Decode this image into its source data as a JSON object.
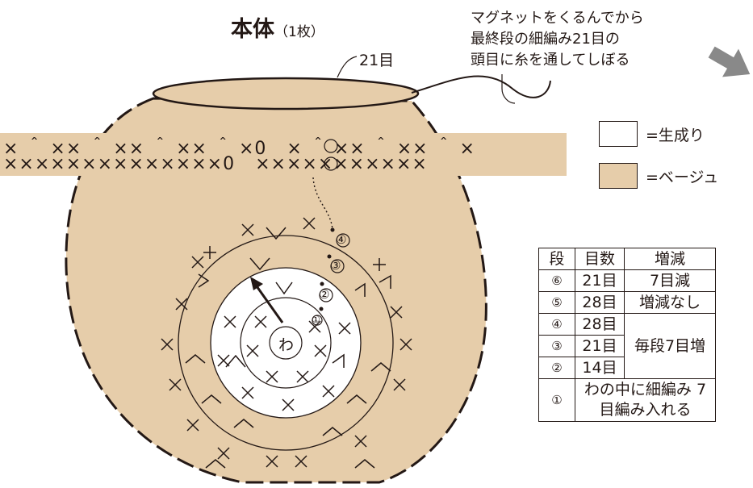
{
  "title": {
    "main": "本体",
    "sub": "（1枚）"
  },
  "note": {
    "lines": [
      "マグネットをくるんでから",
      "最終段の細編み21目の",
      "頭目に糸を通してしぼる"
    ]
  },
  "top_count_label": "21目",
  "center_label": "わ",
  "legend": [
    {
      "label": "=生成り",
      "color": "#ffffff"
    },
    {
      "label": "=ベージュ",
      "color": "#e6cdaa"
    }
  ],
  "band": {
    "row6": "× ＾ ×× ＾ ×× ＾ ×× ＾ ×0",
    "row6_after": "× ＾ ×× ＾ ×× ＾ ×",
    "row5": "××××××××××××××0",
    "row5_after": "×××××××××××"
  },
  "round_markers": [
    "①",
    "②",
    "③",
    "④",
    "⑤",
    "⑥"
  ],
  "table": {
    "headers": [
      "段",
      "目数",
      "増減"
    ],
    "rows": [
      {
        "round": "⑥",
        "count": "21目",
        "change": "7目減"
      },
      {
        "round": "⑤",
        "count": "28目",
        "change": "増減なし"
      },
      {
        "round": "④",
        "count": "28目",
        "change": ""
      },
      {
        "round": "③",
        "count": "21目",
        "change": "毎段7目増"
      },
      {
        "round": "②",
        "count": "14目",
        "change": ""
      },
      {
        "round": "①",
        "count": "",
        "change": "わの中に細編み 7目編み入れる"
      }
    ]
  },
  "colors": {
    "beige": "#e6cdaa",
    "ink": "#231815",
    "arrow_gray": "#898989"
  }
}
